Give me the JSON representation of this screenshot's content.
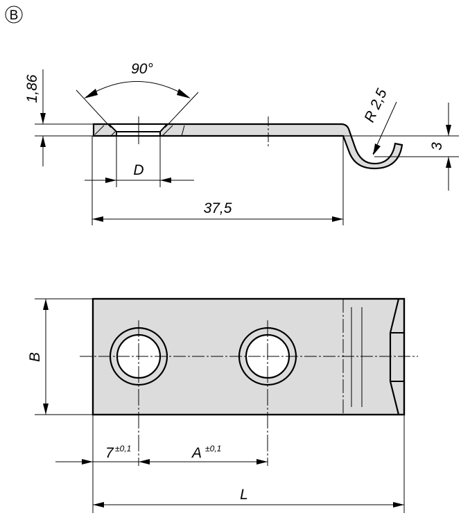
{
  "view_label": "B",
  "side_view": {
    "angle": "90°",
    "thickness": "1,86",
    "hole_diameter": "D",
    "length": "37,5",
    "radius": "R 2,5",
    "hook_height": "3"
  },
  "top_view": {
    "width": "B",
    "first_hole_offset": "7",
    "first_hole_tolerance": "±0,1",
    "hole_spacing": "A",
    "hole_spacing_tolerance": "±0,1",
    "total_length": "L"
  }
}
